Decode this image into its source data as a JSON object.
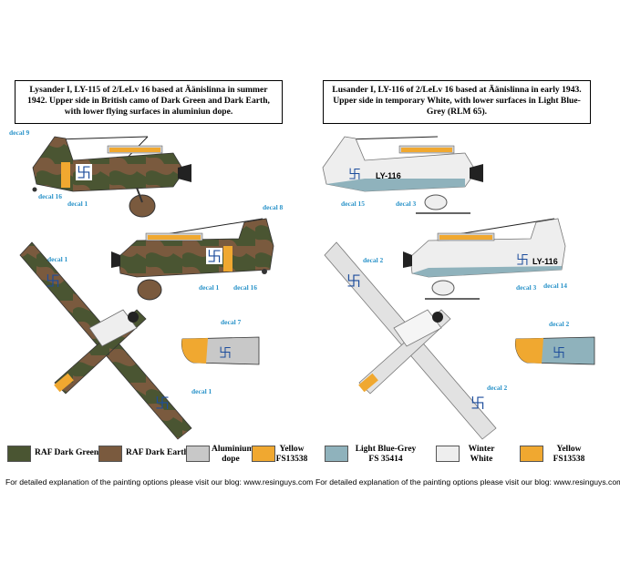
{
  "left": {
    "caption": "Lysander I, LY-115 of 2/LeLv 16 based at Äänislinna in summer 1942. Upper side in British camo of Dark Green and Dark Earth, with lower flying surfaces in aluminiun dope.",
    "decals": {
      "a": "decal 9",
      "b": "decal 16",
      "c": "decal 1",
      "d": "decal 8",
      "e": "decal 1",
      "f": "decal 16",
      "g": "decal 1",
      "h": "decal 7",
      "i": "decal 1"
    },
    "legend": [
      {
        "label": "RAF Dark Green",
        "color": "#4a5532"
      },
      {
        "label": "RAF Dark Earth",
        "color": "#7a5a3e"
      },
      {
        "label": "Aluminium dope",
        "color": "#c8c8c8"
      },
      {
        "label": "Yellow FS13538",
        "color": "#f0a830"
      }
    ],
    "footer": "For detailed explanation of the painting options please visit our blog: www.resinguys.com"
  },
  "right": {
    "caption": "Lusander I, LY-116 of 2/LeLv 16 based at Äänislinna in early 1943. Upper side in temporary White, with lower surfaces in Light Blue-Grey (RLM 65).",
    "decals": {
      "a": "decal 15",
      "b": "decal 3",
      "c": "decal 3",
      "d": "decal 14",
      "e": "decal 2",
      "f": "decal 2",
      "g": "decal 2"
    },
    "codes": {
      "upper": "LY-116",
      "lower": "LY-116"
    },
    "legend": [
      {
        "label": "Light Blue-Grey FS 35414",
        "color": "#8fb2bc"
      },
      {
        "label": "Winter White",
        "color": "#eeeeee"
      },
      {
        "label": "Yellow FS13538",
        "color": "#f0a830"
      }
    ],
    "footer": "For detailed explanation of the painting options please visit our blog: www.resinguys.com"
  }
}
